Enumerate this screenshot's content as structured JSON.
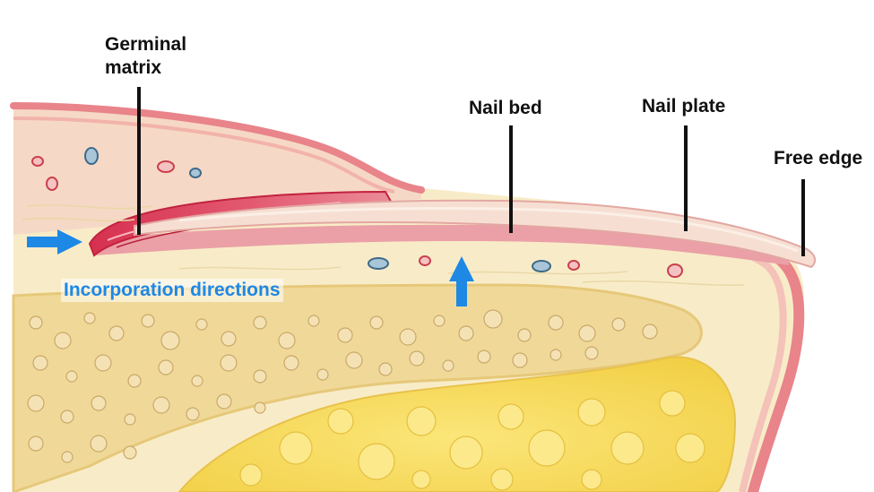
{
  "labels": {
    "germinal_matrix": "Germinal\nmatrix",
    "nail_bed": "Nail bed",
    "nail_plate": "Nail plate",
    "free_edge": "Free edge",
    "incorporation_directions": "Incorporation directions"
  },
  "colors": {
    "skin_outer": "#e8848a",
    "skin_layer": "#f4c9bf",
    "dermis": "#f8ecc8",
    "bone": "#f0d998",
    "marrow": "#f7dc5c",
    "matrix": "#d8405c",
    "nail_plate": "#f6dfd2",
    "arrow_blue": "#1e88e5",
    "leader_line": "#111111"
  },
  "icons": {
    "left_arrow": "arrow-right-icon",
    "up_arrow": "arrow-up-icon"
  }
}
